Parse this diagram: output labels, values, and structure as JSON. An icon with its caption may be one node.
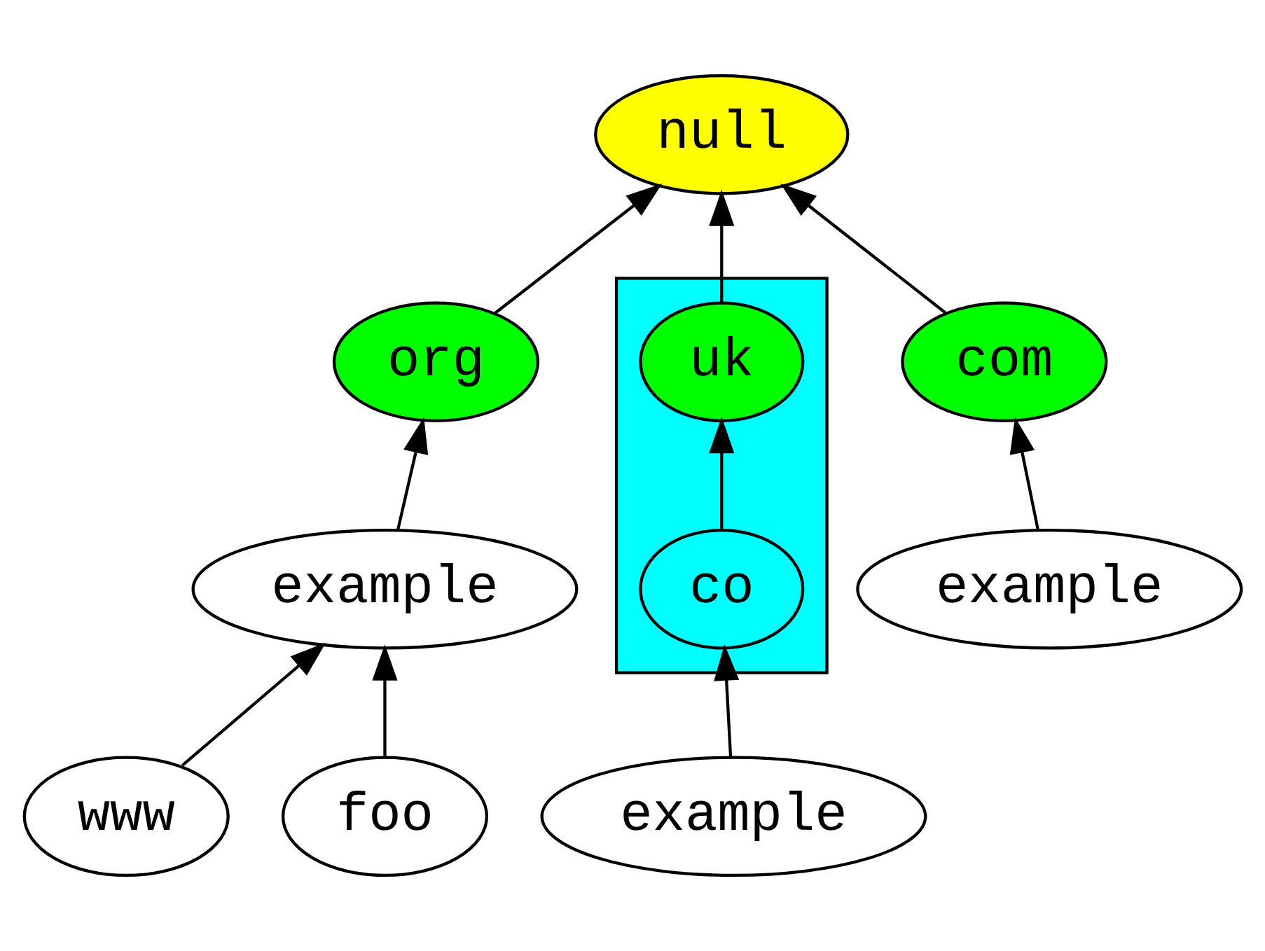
{
  "diagram": {
    "nodes": [
      {
        "text": [
          "null"
        ]
      },
      {
        "text": [
          "org"
        ]
      },
      {
        "text": [],
        "shape": "box"
      },
      {
        "text": [
          "uk"
        ],
        "in": 2
      },
      {
        "text": [
          "com"
        ]
      },
      {
        "text": [
          "example"
        ]
      },
      {
        "text": [
          "co"
        ],
        "in": 2
      },
      {
        "text": [
          "example"
        ]
      },
      {
        "text": [
          "www"
        ]
      },
      {
        "text": [
          "foo"
        ]
      },
      {
        "text": [
          "example"
        ]
      }
    ],
    "edges": [
      {
        "from": 1,
        "to": 0,
        "arrow": "to"
      },
      {
        "from": 3,
        "to": 0,
        "arrow": "to"
      },
      {
        "from": 4,
        "to": 0,
        "arrow": "to"
      },
      {
        "from": 5,
        "to": 1,
        "arrow": "to"
      },
      {
        "from": 6,
        "to": 3,
        "arrow": "to"
      },
      {
        "from": 7,
        "to": 4,
        "arrow": "to"
      },
      {
        "from": 8,
        "to": 5,
        "arrow": "to"
      },
      {
        "from": 9,
        "to": 5,
        "arrow": "to"
      },
      {
        "from": 10,
        "to": 6,
        "arrow": "to"
      }
    ]
  }
}
